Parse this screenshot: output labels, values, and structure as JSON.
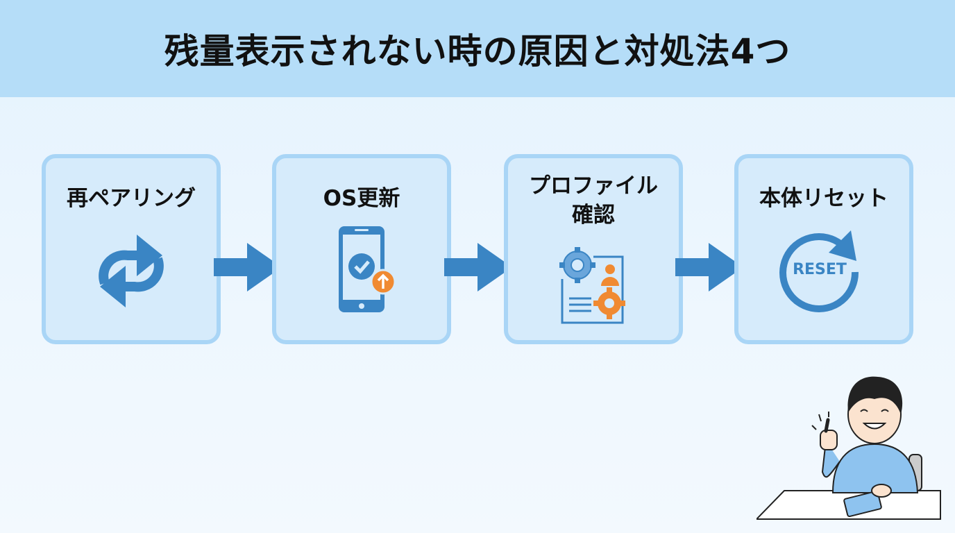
{
  "header": {
    "title": "残量表示されない時の原因と対処法4つ"
  },
  "steps": [
    {
      "label": "再ペアリング",
      "icon": "sync-arrows-icon"
    },
    {
      "label": "OS更新",
      "icon": "smartphone-update-icon"
    },
    {
      "label": "プロファイル\n確認",
      "label_line1": "プロファイル",
      "label_line2": "確認",
      "icon": "profile-settings-icon"
    },
    {
      "label": "本体リセット",
      "icon": "reset-icon",
      "icon_text": "RESET"
    }
  ],
  "colors": {
    "header_bg": "#b5ddf8",
    "box_border": "#a9d5f6",
    "box_bg": "#d6ebfb",
    "accent_blue": "#3a85c4",
    "accent_orange": "#f08a32"
  },
  "illustration": "thumbs-up-person-with-tablet"
}
